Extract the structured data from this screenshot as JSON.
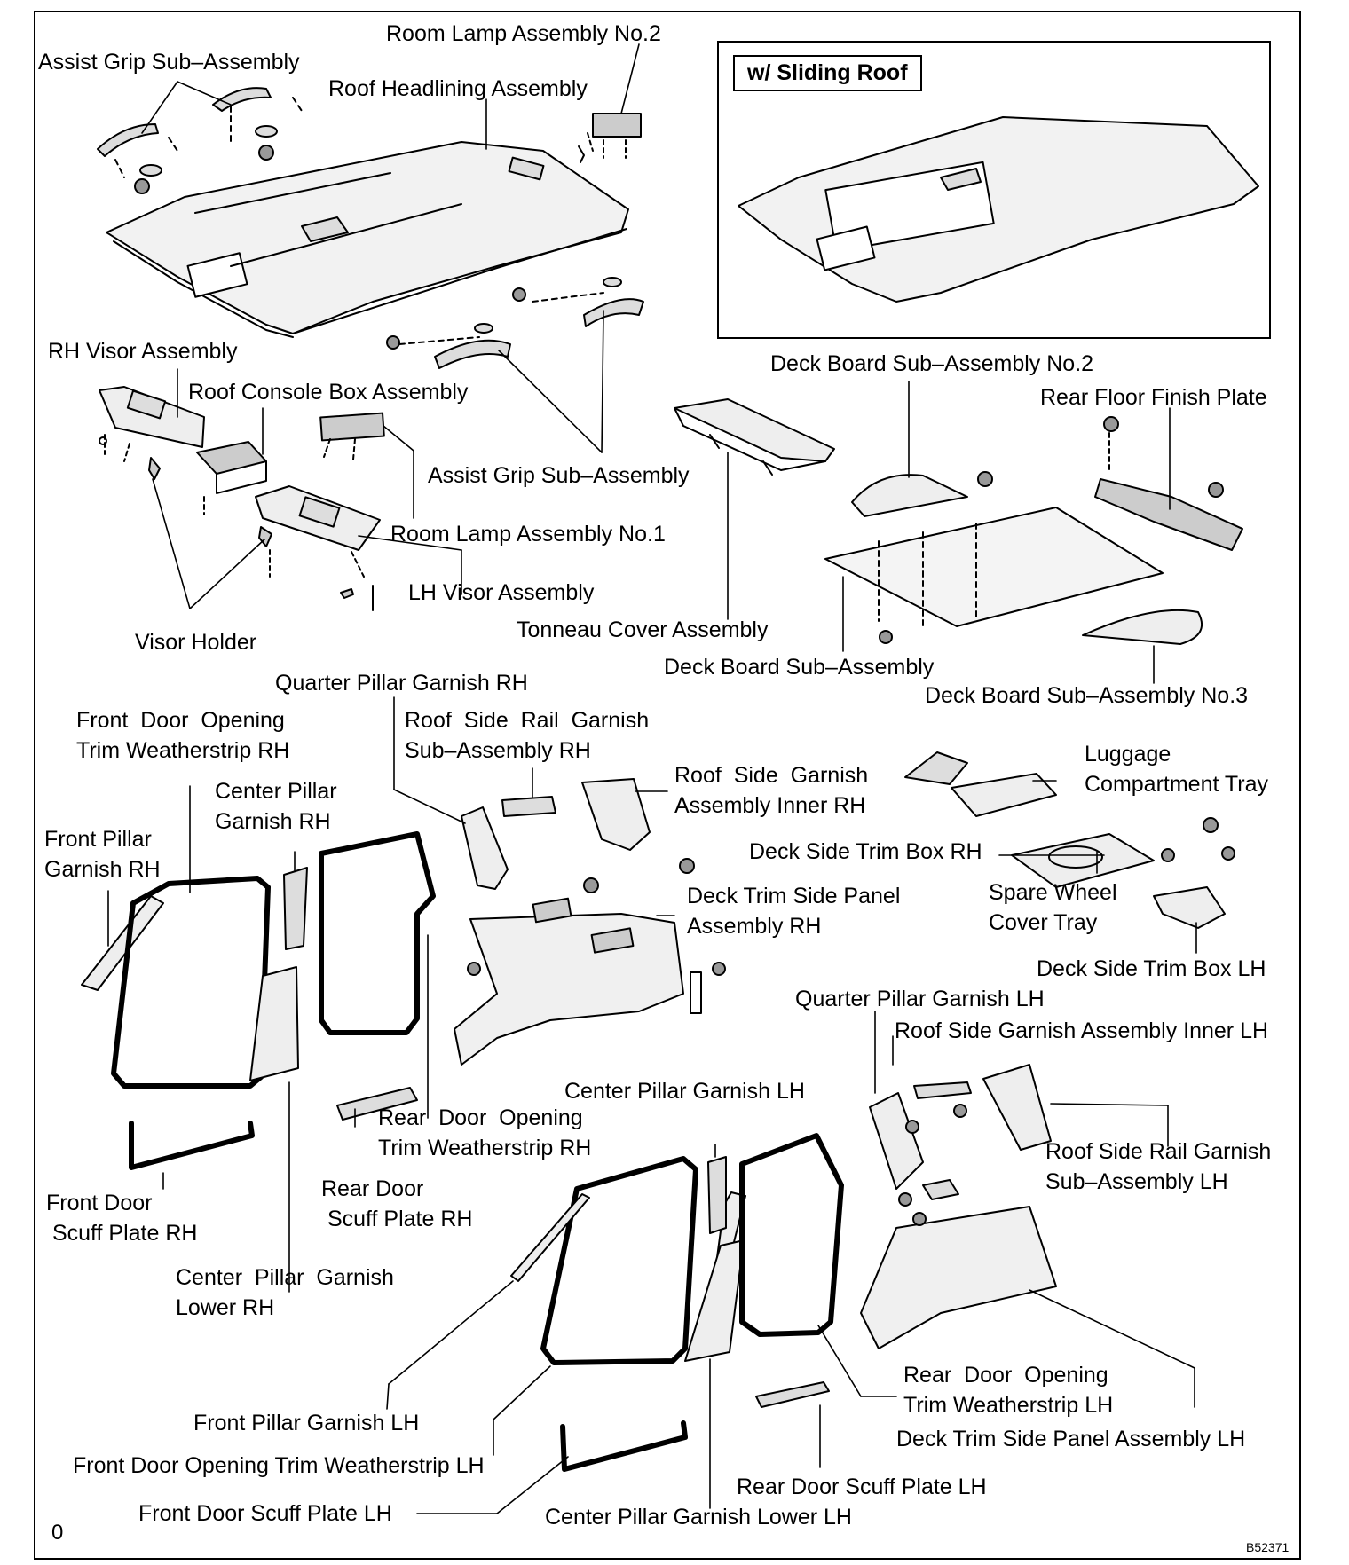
{
  "inset_title": "w/ Sliding Roof",
  "labels": {
    "assist_grip_top": "Assist Grip Sub–Assembly",
    "room_lamp_2": "Room Lamp Assembly No.2",
    "roof_headlining": "Roof Headlining Assembly",
    "rh_visor": "RH Visor Assembly",
    "roof_console": "Roof Console Box Assembly",
    "assist_grip_mid": "Assist Grip Sub–Assembly",
    "room_lamp_1": "Room Lamp Assembly No.1",
    "lh_visor": "LH Visor Assembly",
    "visor_holder": "Visor Holder",
    "tonneau_cover": "Tonneau Cover Assembly",
    "deck_board_2": "Deck Board Sub–Assembly No.2",
    "rear_floor_finish": "Rear Floor Finish Plate",
    "deck_board": "Deck Board Sub–Assembly",
    "deck_board_3": "Deck Board Sub–Assembly No.3",
    "quarter_pillar_rh": "Quarter Pillar Garnish RH",
    "front_door_ws_rh": "Front  Door  Opening\nTrim Weatherstrip RH",
    "roof_side_rail_rh": "Roof  Side  Rail  Garnish\nSub–Assembly RH",
    "center_pillar_rh": "Center Pillar\nGarnish RH",
    "front_pillar_rh": "Front Pillar\nGarnish RH",
    "roof_side_garnish_inner_rh": "Roof  Side  Garnish\nAssembly Inner RH",
    "luggage_tray": "Luggage\nCompartment Tray",
    "deck_side_trim_rh": "Deck Side Trim Box RH",
    "deck_trim_side_rh": "Deck Trim Side Panel\nAssembly RH",
    "spare_wheel_cover": "Spare Wheel\nCover Tray",
    "deck_side_trim_lh": "Deck Side Trim Box LH",
    "quarter_pillar_lh": "Quarter Pillar Garnish LH",
    "roof_side_garnish_inner_lh": "Roof Side Garnish Assembly Inner LH",
    "rear_door_ws_rh": "Rear  Door  Opening\nTrim Weatherstrip RH",
    "center_pillar_lh": "Center Pillar Garnish LH",
    "roof_side_rail_lh": "Roof Side Rail Garnish\nSub–Assembly LH",
    "front_door_scuff_rh": "Front Door\n Scuff Plate RH",
    "rear_door_scuff_rh": "Rear Door\n Scuff Plate RH",
    "center_pillar_lower_rh": "Center  Pillar  Garnish\nLower RH",
    "rear_door_ws_lh": "Rear  Door  Opening\nTrim Weatherstrip LH",
    "front_pillar_lh": "Front Pillar Garnish LH",
    "deck_trim_side_lh": "Deck Trim Side Panel Assembly LH",
    "front_door_ws_lh": "Front Door Opening Trim Weatherstrip LH",
    "rear_door_scuff_lh": "Rear Door Scuff Plate LH",
    "front_door_scuff_lh": "Front Door Scuff Plate LH",
    "center_pillar_lower_lh": "Center Pillar Garnish Lower LH"
  },
  "corner_mark": "0",
  "figure_number": "B52371"
}
